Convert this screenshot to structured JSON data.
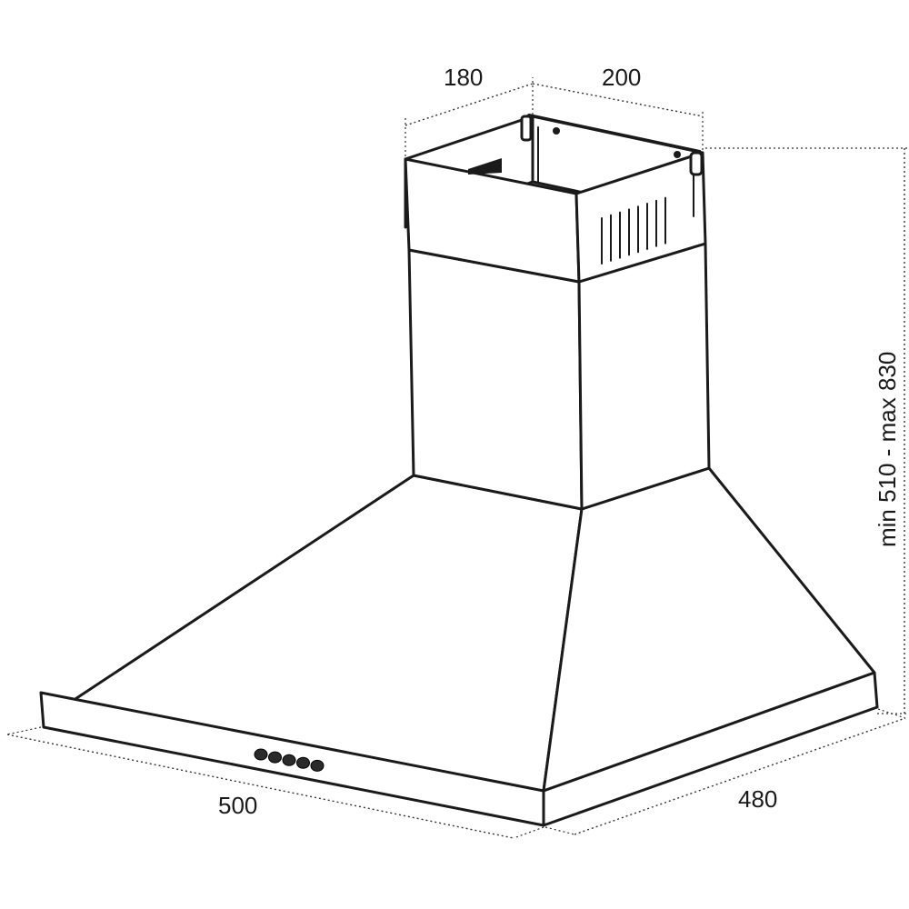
{
  "dimensions": {
    "top_depth": "180",
    "top_width": "200",
    "height_range": "min 510 - max 830",
    "base_width": "500",
    "base_depth": "480"
  },
  "controls": {
    "knob_count": 5
  }
}
